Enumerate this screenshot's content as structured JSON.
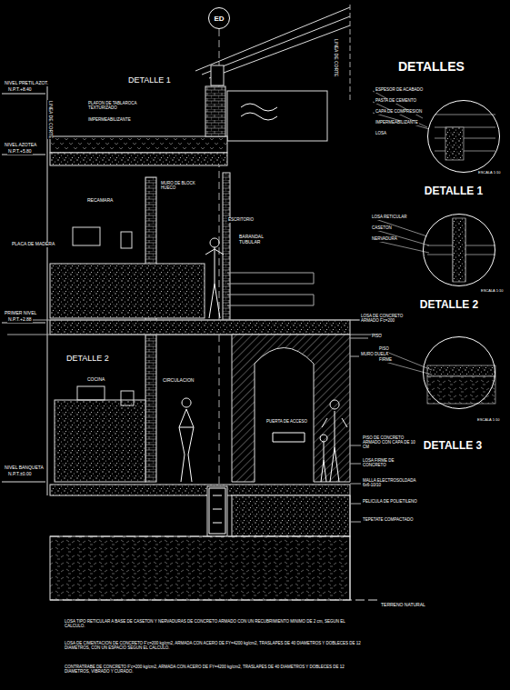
{
  "diagram": {
    "title": "DETALLES",
    "nodes": [
      {
        "text": [
          "ED"
        ]
      },
      {
        "text": [
          "DETALLE 1"
        ]
      },
      {
        "text": [
          "DETALLE 2"
        ]
      },
      {
        "text": [
          "DETALLE 3"
        ]
      }
    ],
    "edges": [],
    "labels": [
      "NIVEL PRETIL AZOT.",
      "N.P.T.+8.40",
      "NIVEL AZOTEA",
      "N.P.T.+5.80",
      "LINEA DE CORTE",
      "DETALLE 1",
      "PLAFON DE TABLAROCA TEXTURIZADO",
      "IMPERMEABILIZANTE",
      "RECAMARA",
      "MURO DE BLOCK HUECO",
      "PLACA DE MADERA",
      "BARANDAL TUBULAR",
      "ESCRITORIO",
      "PRIMER NIVEL",
      "N.P.T.+2.88",
      "DETALLE 2",
      "COCINA",
      "CIRCULACION",
      "NIVEL BANQUETA",
      "N.P.T.±0.00",
      "PUERTA DE ACCESO",
      "LOSA DE CONCRETO ARMADO F'c=200",
      "PISO",
      "MURO DUELA",
      "PISO DE CONCRETO ARMADO CON CAPA DE 10 CM",
      "LOSA FIRME DE CONCRETO",
      "MALLA ELECTROSOLDADA 6x6-10/10",
      "PELICULA DE POLIETILENO",
      "TEPETATE COMPACTADO",
      "TERRENO NATURAL",
      "LOSA TIPO RETICULAR A BASE DE CASETON Y NERVADURAS DE CONCRETO ARMADO CON UN RECUBRIMIENTO MINIMO DE 2 cm, SEGUN EL CALCULO.",
      "LOSA DE CIMENTACION DE CONCRETO F'c=200 kg/cm2, ARMADA CON ACERO DE FY=4200 kg/cm2, TRASLAPES DE 40 DIAMETROS Y DOBLECES DE 12 DIAMETROS, CON UN ESPACIO SEGUN EL CALCULO.",
      "CONTRATRABE DE CONCRETO F'c=200 kg/cm2, ARMADA CON ACERO DE FY=4200 kg/cm2, TRASLAPES DE 40 DIAMETROS Y DOBLECES DE 12 DIAMETROS, VIBRADO Y CURADO.",
      "LINEA DE CORTE",
      "ESPESOR DE ACABADO",
      "PASTA DE CEMENTO",
      "CAPA DE COMPRESION",
      "IMPERMEABILIZANTE",
      "LOSA",
      "ESCALA 1:10",
      "LOSA RETICULAR",
      "CASETON",
      "NERVADURA",
      "ESCALA 1:10",
      "PISO",
      "FIRME",
      "ESCALA 1:10"
    ]
  }
}
